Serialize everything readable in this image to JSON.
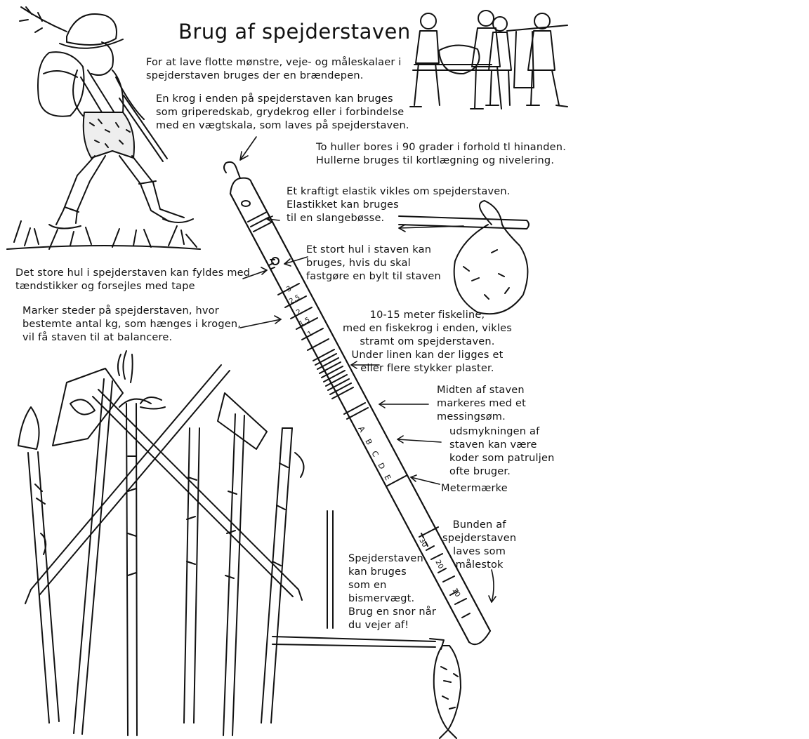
{
  "title": "Brug af spejderstaven",
  "notes": {
    "intro": "For at lave flotte mønstre, veje- og måleskalaer i\nspejderstaven bruges der en brændepen.",
    "hook": "En krog i enden på spejderstaven kan bruges\nsom griperedskab, grydekrog eller i forbindelse\nmed en vægtskala, som laves på spejderstaven.",
    "holes": "To huller bores i 90 grader i forhold tl hinanden.\nHullerne bruges til kortlægning og nivelering.",
    "elastic": "Et kraftigt elastik vikles om spejderstaven.\nElastikket kan bruges\ntil en slangebøsse.",
    "big_hole": "Et stort hul i staven kan\nbruges, hvis du skal\nfastgøre en bylt til staven",
    "matches": "Det store hul i spejderstaven kan fyldes med\ntændstikker og forsejles med tape",
    "weights": "Marker steder på spejderstaven, hvor\nbestemte antal kg, som hænges i krogen,\nvil få staven til at balancere.",
    "fishing": "10-15 meter fiskeline,\nmed en fiskekrog i enden, vikles\nstramt om spejderstaven.\nUnder linen kan der ligges et\neller flere stykker plaster.",
    "middle": "Midten af staven\nmarkeres med et\nmessingsøm.",
    "decoration": "udsmykningen af\nstaven kan være\nkoder som patruljen\nofte bruger.",
    "meter_mark": "Metermærke",
    "bottom": "Bunden af\nspejderstaven\nlaves som\nmålestok",
    "steelyard": "Spejderstaven\nkan bruges\nsom en\nbismervægt.\nBrug en snor når\ndu vejer af!"
  },
  "staff_markings": {
    "scale_top": [
      "3",
      "2.5",
      "2",
      "1.5",
      "1"
    ],
    "letters": [
      "A",
      "B",
      "C",
      "D",
      "E"
    ],
    "scale_bottom": [
      "30",
      "20",
      "10"
    ]
  }
}
